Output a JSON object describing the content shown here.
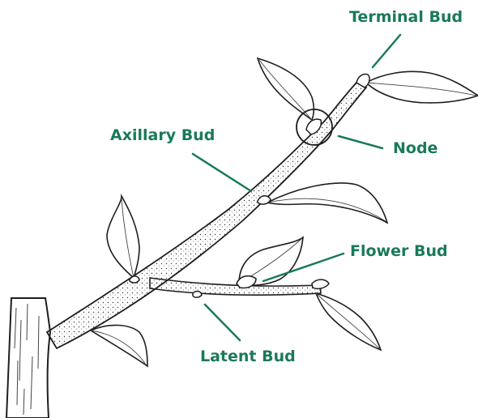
{
  "labels": {
    "terminal_bud": "Terminal Bud",
    "axillary_bud": "Axillary Bud",
    "node": "Node",
    "flower_bud": "Flower Bud",
    "latent_bud": "Latent Bud"
  },
  "colors": {
    "label": "#1a7a58",
    "leader": "#1a7a58",
    "ink": "#1e1e1e",
    "background": "#ffffff"
  }
}
